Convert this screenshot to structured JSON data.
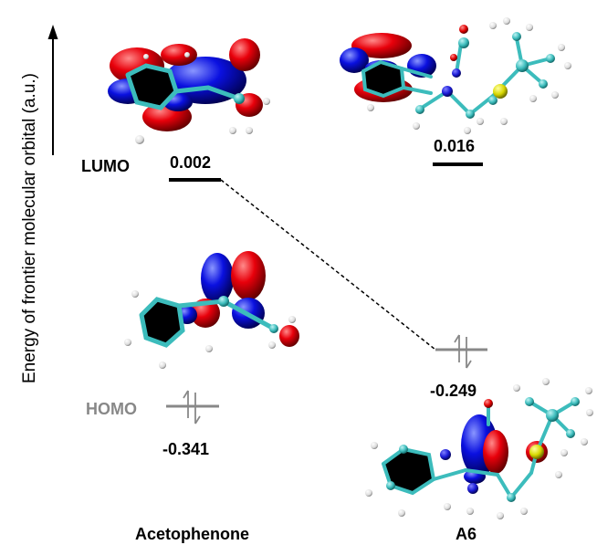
{
  "axis": {
    "ylabel": "Energy of frontier molecular orbital (a.u.)"
  },
  "labels": {
    "lumo": "LUMO",
    "homo": "HOMO"
  },
  "molecules": {
    "left": "Acetophenone",
    "right": "A6"
  },
  "values": {
    "acetophenone_lumo": "0.002",
    "a6_lumo": "0.016",
    "acetophenone_homo": "-0.341",
    "a6_homo": "-0.249"
  },
  "colors": {
    "orbital_positive": "#e8000b",
    "orbital_negative": "#0a10e0",
    "carbon": "#3cbcbc",
    "nitrogen": "#1a1ad6",
    "oxygen": "#e00000",
    "sulfur": "#d8d800",
    "hydrogen": "#f2f2f2",
    "homo_level": "#888888",
    "lumo_level": "#000000"
  }
}
